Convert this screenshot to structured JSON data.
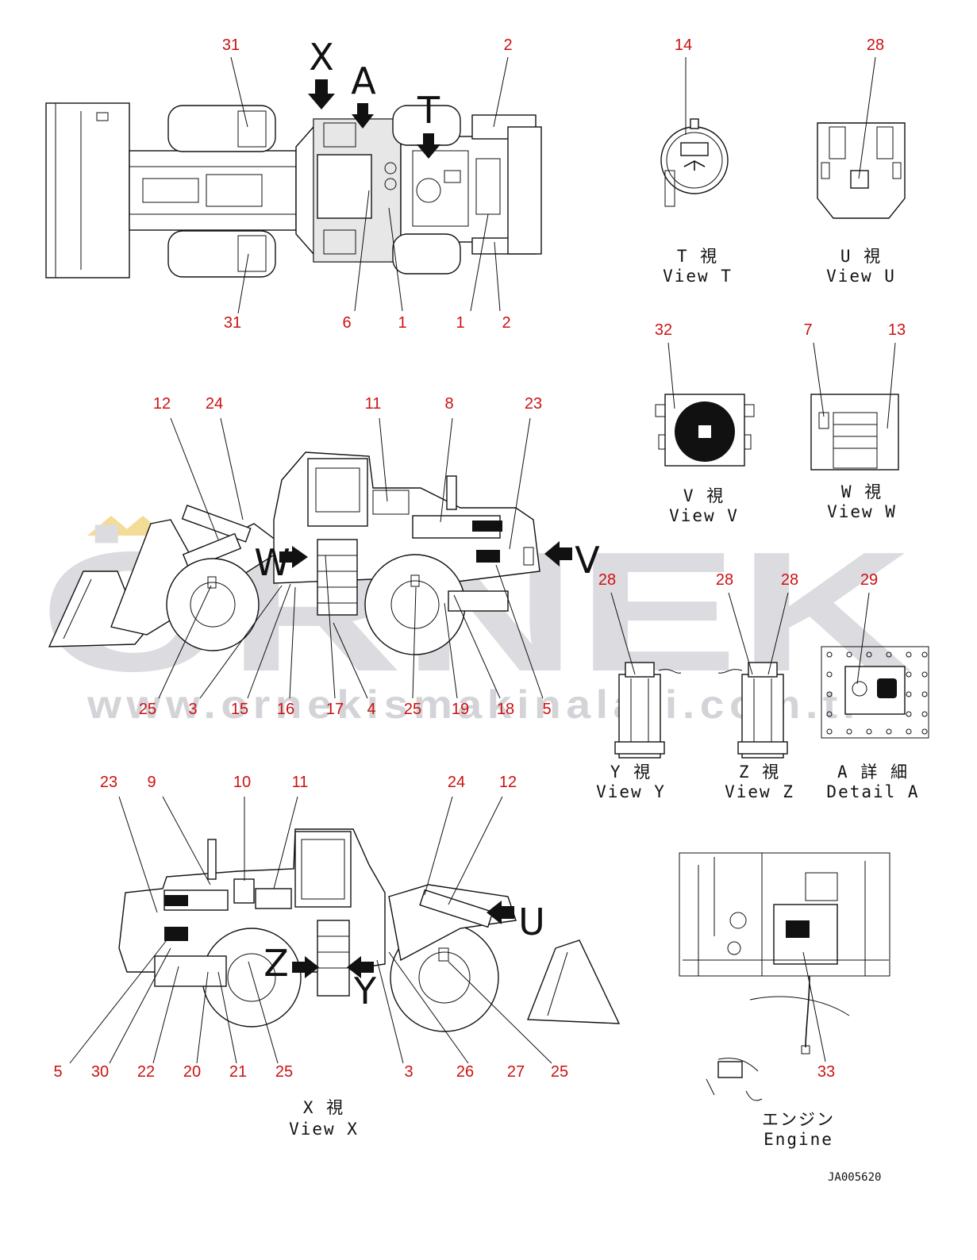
{
  "watermark": {
    "brand": "ÖRNEK",
    "url": "www.ornekismakinalari.com.tr"
  },
  "drawing_code": "JA005620",
  "view_letters": {
    "X": "X",
    "A": "A",
    "T": "T",
    "V": "V",
    "W": "W",
    "U": "U",
    "Z": "Z",
    "Y": "Y"
  },
  "captions": {
    "view_t": {
      "jp": "T  視",
      "en": "View T"
    },
    "view_u": {
      "jp": "U  視",
      "en": "View U"
    },
    "view_v": {
      "jp": "V  視",
      "en": "View V"
    },
    "view_w": {
      "jp": "W  視",
      "en": "View W"
    },
    "view_y": {
      "jp": "Y  視",
      "en": "View Y"
    },
    "view_z": {
      "jp": "Z  視",
      "en": "View Z"
    },
    "detail_a": {
      "jp": "A 詳 細",
      "en": "Detail A"
    },
    "view_x": {
      "jp": "X  視",
      "en": "View X"
    },
    "engine": {
      "jp": "エンジン",
      "en": "Engine"
    }
  },
  "callouts": {
    "top": [
      "31",
      "2",
      "31",
      "6",
      "1",
      "1",
      "2"
    ],
    "side": [
      "12",
      "24",
      "11",
      "8",
      "23",
      "25",
      "3",
      "15",
      "16",
      "17",
      "4",
      "25",
      "19",
      "18",
      "5"
    ],
    "viewx": [
      "23",
      "9",
      "10",
      "11",
      "24",
      "12",
      "5",
      "30",
      "22",
      "20",
      "21",
      "25",
      "3",
      "26",
      "27",
      "25"
    ],
    "views": [
      "14",
      "28",
      "32",
      "7",
      "13",
      "28",
      "28",
      "28",
      "29",
      "33"
    ]
  }
}
